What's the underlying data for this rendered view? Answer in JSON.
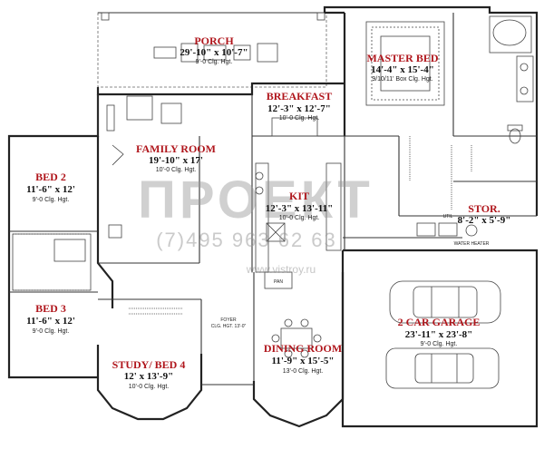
{
  "rooms": {
    "porch": {
      "name": "PORCH",
      "dim": "29'-10\" x 10'-7\"",
      "clg": "9'-0 Clg. Hgt."
    },
    "breakfast": {
      "name": "BREAKFAST",
      "dim": "12'-3\" x 12'-7\"",
      "clg": "10'-0 Clg. Hgt."
    },
    "master_bed": {
      "name": "MASTER BED",
      "dim": "14'-4\" x 15'-4\"",
      "clg": "9/10/11' Box Clg. Hgt."
    },
    "family_room": {
      "name": "FAMILY ROOM",
      "dim": "19'-10\" x 17'",
      "clg": "10'-0 Clg. Hgt."
    },
    "bed2": {
      "name": "BED 2",
      "dim": "11'-6\" x 12'",
      "clg": "9'-0 Clg. Hgt."
    },
    "kit": {
      "name": "KIT",
      "dim": "12'-3\" x 13'-11\"",
      "clg": "10'-0 Clg. Hgt."
    },
    "stor": {
      "name": "STOR.",
      "dim": "8'-2\" x 5'-9\""
    },
    "bed3": {
      "name": "BED 3",
      "dim": "11'-6\" x 12'",
      "clg": "9'-0 Clg. Hgt."
    },
    "garage": {
      "name": "2 CAR GARAGE",
      "dim": "23'-11\" x 23'-8\"",
      "clg": "9'-0 Clg. Hgt."
    },
    "study": {
      "name": "STUDY/ BED 4",
      "dim": "12' x 13'-9\"",
      "clg": "10'-0 Clg. Hgt."
    },
    "dining": {
      "name": "DINING ROOM",
      "dim": "11'-9\" x 15'-5\"",
      "clg": "13'-0 Clg. Hgt."
    }
  },
  "small_labels": {
    "foyer": "FOYER",
    "foyer_clg": "CLG. HGT. 13'-0\"",
    "pan": "PAN",
    "util": "UTIL",
    "water_heater": "WATER HEATER"
  },
  "watermark": {
    "brand": "ПРОЕКТ",
    "phone": "(7)495 963 62 63",
    "url": "www.vistroy.ru"
  }
}
